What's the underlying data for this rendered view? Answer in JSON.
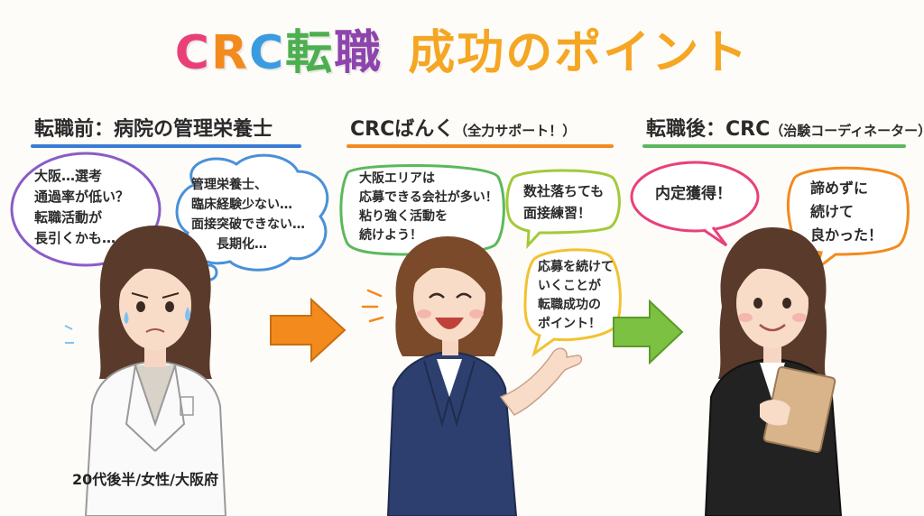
{
  "title": {
    "part1": "CRC転職",
    "part2": "成功のポイント",
    "part1_colors": [
      "#e9407a",
      "#f28a1e",
      "#3b9be0",
      "#4caf50",
      "#8e44ad"
    ],
    "part2_color": "#f5a623"
  },
  "columns": {
    "before": {
      "label": "転職前：病院の管理栄養士",
      "underline_color": "#3a7bd5",
      "bubble_left": "大阪…選考\n通過率が低い？\n転職活動が\n長引くかも…",
      "bubble_right": "管理栄養士、\n臨床経験少ない…\n面接突破できない…\n　　長期化…",
      "caption": "20代後半/女性/大阪府"
    },
    "during": {
      "label": "CRCばんく",
      "label_sub": "（全力サポート！）",
      "underline_color": "#f28a1e",
      "bubble_main": "大阪エリアは\n応募できる会社が多い！\n粘り強く活動を\n続けよう！",
      "bubble_top_right": "数社落ちても\n面接練習！",
      "bubble_bottom_right": "応募を続けて\nいくことが\n転職成功の\nポイント！"
    },
    "after": {
      "label": "転職後：CRC",
      "label_sub": "（治験コーディネーター）",
      "underline_color": "#5cb85c",
      "bubble_left": "内定獲得！",
      "bubble_right": "諦めずに\n続けて\n良かった！"
    }
  },
  "arrows": {
    "first_color": "#f28a1e",
    "second_color": "#7cc142"
  },
  "bubble_colors": {
    "purple": "#8a5cc7",
    "blue": "#4a90d9",
    "green": "#5cb85c",
    "lime": "#a3c93a",
    "yellow": "#f2c230",
    "pink": "#e9407a",
    "orange": "#f28a1e"
  }
}
